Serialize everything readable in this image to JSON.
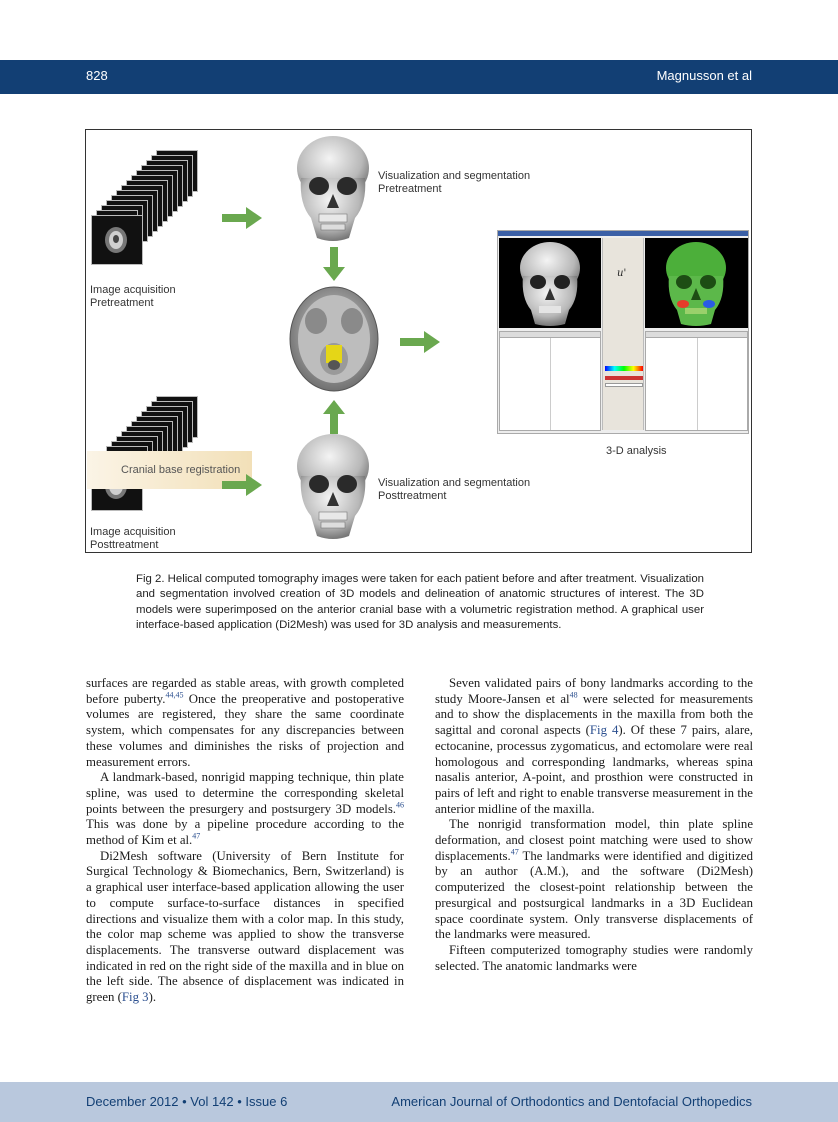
{
  "header": {
    "page_number": "828",
    "author": "Magnusson et al"
  },
  "figure": {
    "labels": {
      "viz_pre": [
        "Visualization and segmentation",
        "Pretreatment"
      ],
      "acq_pre": [
        "Image acquisition",
        "Pretreatment"
      ],
      "registration": "Cranial base registration",
      "viz_post": [
        "Visualization and segmentation",
        "Posttreatment"
      ],
      "analysis": "3-D analysis",
      "acq_post": [
        "Image acquisition",
        "Posttreatment"
      ]
    },
    "colors": {
      "arrow": "#6aa84f",
      "header": "#123f74",
      "footer": "#b9c8dd"
    }
  },
  "caption": "Fig 2. Helical computed tomography images were taken for each patient before and after treatment. Visualization and segmentation involved creation of 3D models and delineation of anatomic structures of interest. The 3D models were superimposed on the anterior cranial base with a volumetric registration method. A graphical user interface-based application (Di2Mesh) was used for 3D analysis and measurements.",
  "body": {
    "left": {
      "p1_a": "surfaces are regarded as stable areas, with growth completed before puberty.",
      "p1_ref": "44,45",
      "p1_b": " Once the preoperative and postoperative volumes are registered, they share the same coordinate system, which compensates for any discrepancies between these volumes and diminishes the risks of projection and measurement errors.",
      "p2_a": "A landmark-based, nonrigid mapping technique, thin plate spline, was used to determine the corresponding skeletal points between the presurgery and postsurgery 3D models.",
      "p2_ref1": "46",
      "p2_b": " This was done by a pipeline procedure according to the method of Kim et al.",
      "p2_ref2": "47",
      "p3_a": "Di2Mesh software (University of Bern Institute for Surgical Technology & Biomechanics, Bern, Switzerland) is a graphical user interface-based application allowing the user to compute surface-to-surface distances in specified directions and visualize them with a color map. In this study, the color map scheme was applied to show the transverse displacements. The transverse outward displacement was indicated in red on the right side of the maxilla and in blue on the left side. The absence of displacement was indicated in green (",
      "p3_link": "Fig 3",
      "p3_b": ")."
    },
    "right": {
      "p1_a": "Seven validated pairs of bony landmarks according to the study Moore-Jansen et al",
      "p1_ref": "48",
      "p1_b": " were selected for measurements and to show the displacements in the maxilla from both the sagittal and coronal aspects (",
      "p1_link": "Fig 4",
      "p1_c": "). Of these 7 pairs, alare, ectocanine, processus zygomaticus, and ectomolare were real homologous and corresponding landmarks, whereas spina nasalis anterior, A-point, and prosthion were constructed in pairs of left and right to enable transverse measurement in the anterior midline of the maxilla.",
      "p2_a": "The nonrigid transformation model, thin plate spline deformation, and closest point matching were used to show displacements.",
      "p2_ref": "47",
      "p2_b": " The landmarks were identified and digitized by an author (A.M.), and the software (Di2Mesh) computerized the closest-point relationship between the presurgical and postsurgical landmarks in a 3D Euclidean space coordinate system. Only transverse displacements of the landmarks were measured.",
      "p3": "Fifteen computerized tomography studies were randomly selected. The anatomic landmarks were"
    }
  },
  "footer": {
    "issue": "December 2012 • Vol 142 • Issue 6",
    "journal": "American Journal of Orthodontics and Dentofacial Orthopedics"
  }
}
